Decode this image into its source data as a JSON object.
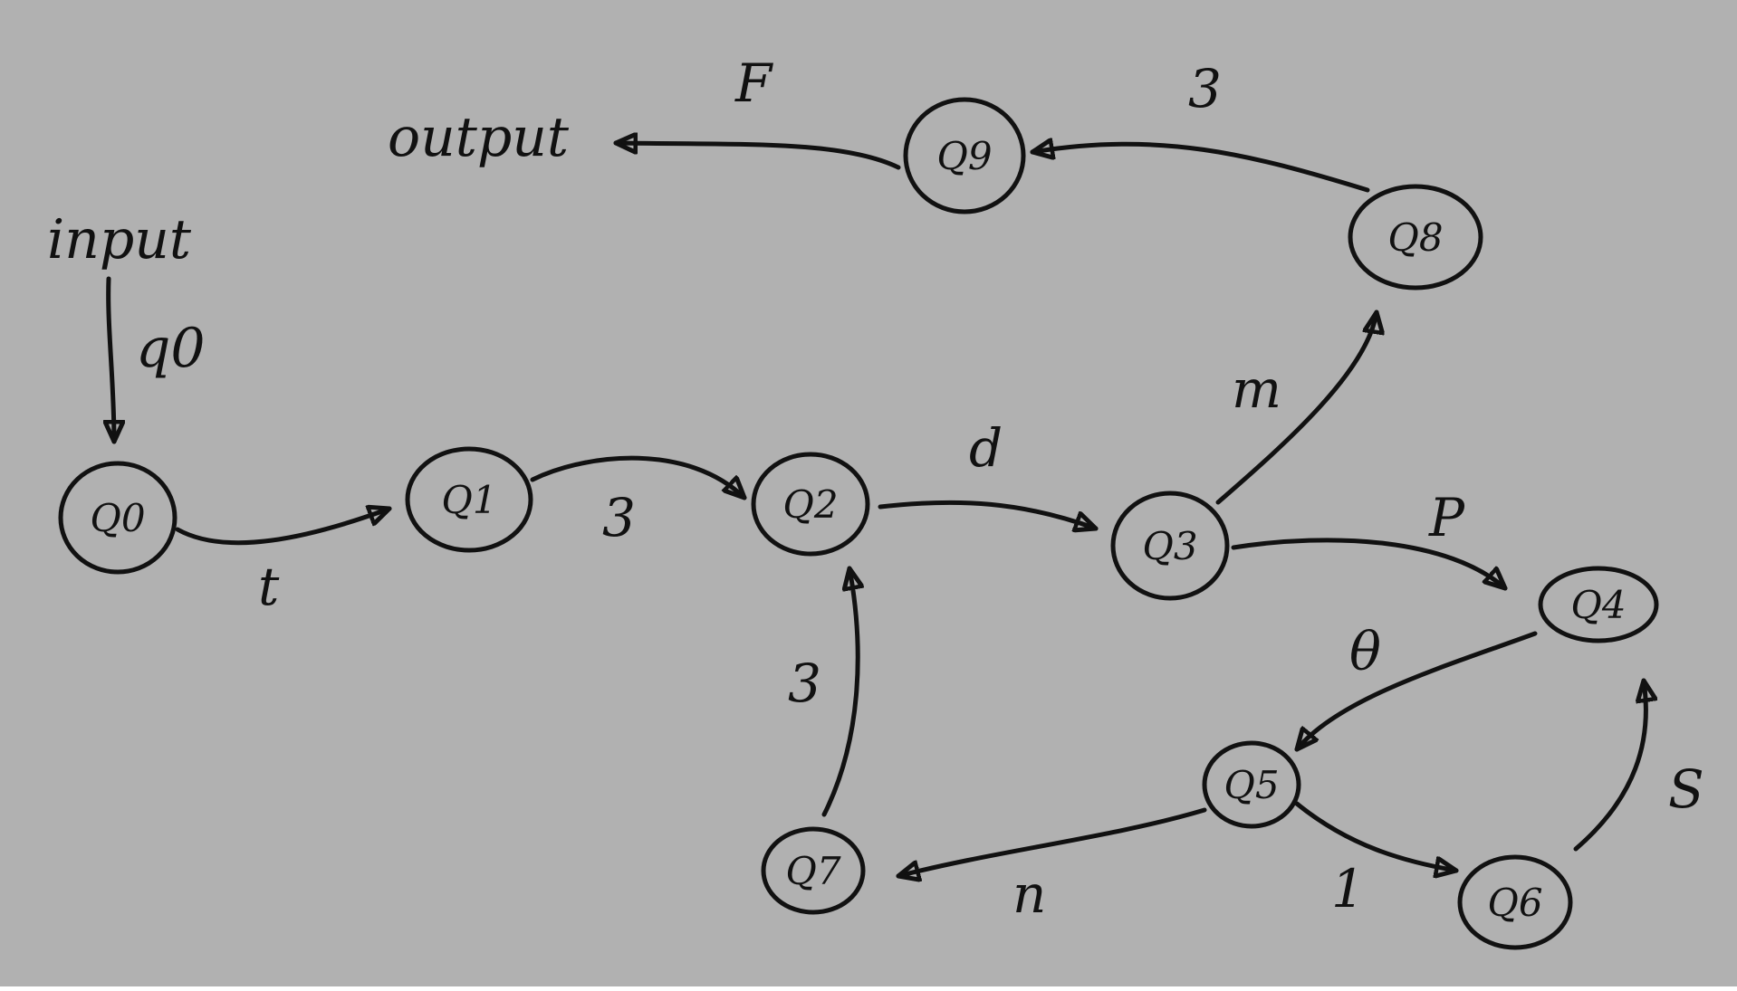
{
  "colors": {
    "board": "#b1b1b1",
    "ink": "#111111",
    "border": "#ffffff"
  },
  "diagram": {
    "input_label": "input",
    "output_label": "output",
    "start_arrow_label": "q0",
    "nodes": {
      "q0": "Q0",
      "q1": "Q1",
      "q2": "Q2",
      "q3": "Q3",
      "q4": "Q4",
      "q5": "Q5",
      "q6": "Q6",
      "q7": "Q7",
      "q8": "Q8",
      "q9": "Q9"
    },
    "edges": [
      {
        "from": "Q0",
        "to": "Q1",
        "label": "t"
      },
      {
        "from": "Q1",
        "to": "Q2",
        "label": "3"
      },
      {
        "from": "Q2",
        "to": "Q3",
        "label": "d"
      },
      {
        "from": "Q3",
        "to": "Q8",
        "label": "m"
      },
      {
        "from": "Q3",
        "to": "Q4",
        "label": "P"
      },
      {
        "from": "Q4",
        "to": "Q5",
        "label": "θ"
      },
      {
        "from": "Q5",
        "to": "Q6",
        "label": "1"
      },
      {
        "from": "Q6",
        "to": "Q4",
        "label": "S"
      },
      {
        "from": "Q5",
        "to": "Q7",
        "label": "n"
      },
      {
        "from": "Q7",
        "to": "Q2",
        "label": "3"
      },
      {
        "from": "Q8",
        "to": "Q9",
        "label": "3"
      },
      {
        "from": "Q9",
        "to": "output",
        "label": "F"
      }
    ]
  }
}
